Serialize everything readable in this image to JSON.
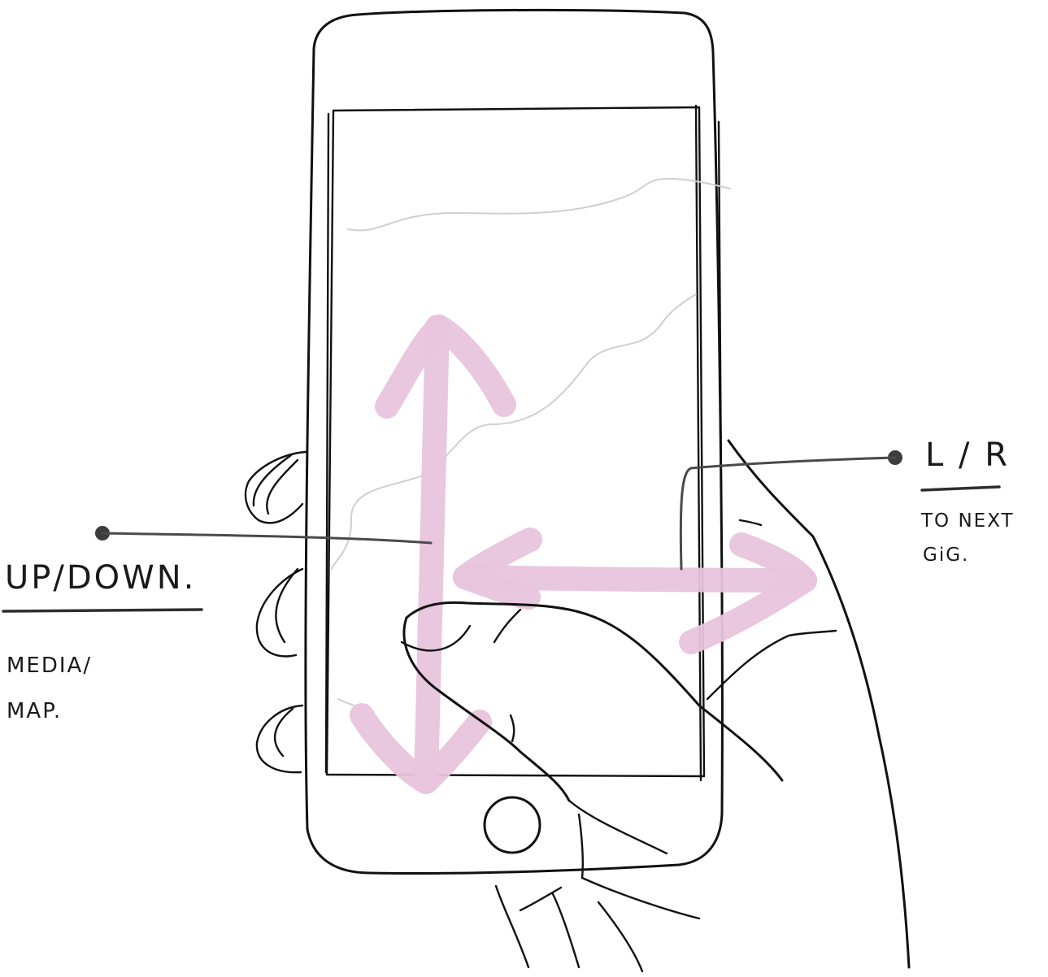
{
  "annotations": {
    "vertical": {
      "title": "UP/DOWN.",
      "description_line1": "MEDIA/",
      "description_line2": "MAP."
    },
    "horizontal": {
      "title": "L / R",
      "description_line1": "TO NEXT",
      "description_line2": "GiG."
    }
  },
  "colors": {
    "ink": "#111111",
    "swipe_arrows": "#e8c4dc",
    "leader_lines": "#4a4a4a",
    "pencil_guides": "#cfcfcf"
  }
}
